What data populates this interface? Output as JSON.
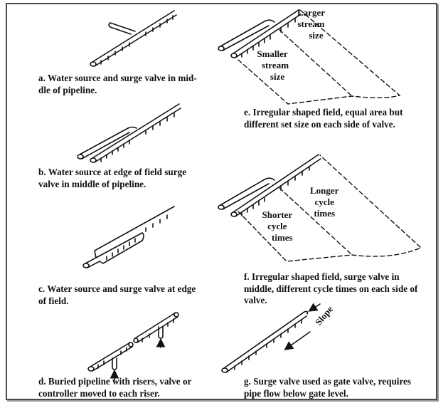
{
  "figure": {
    "panels": [
      {
        "id": "a",
        "caption": [
          "a. Water source and surge valve in mid-",
          "dle of pipeline."
        ]
      },
      {
        "id": "b",
        "caption": [
          "b. Water source at edge of field surge",
          "valve in middle of pipeline."
        ]
      },
      {
        "id": "c",
        "caption": [
          "c. Water source and surge valve at edge",
          "of field."
        ]
      },
      {
        "id": "d",
        "caption": [
          "d. Buried pipeline with risers, valve or",
          "controller moved to each riser."
        ]
      },
      {
        "id": "e",
        "caption": [
          "e. Irregular shaped field, equal area but",
          "different set size on each side of valve."
        ],
        "labels": {
          "left": [
            "Smaller",
            "stream",
            "size"
          ],
          "right": [
            "Larger",
            "stream",
            "size"
          ]
        }
      },
      {
        "id": "f",
        "caption": [
          "f. Irregular shaped field, surge valve in",
          "middle, different cycle times on each side of",
          "valve."
        ],
        "labels": {
          "left": [
            "Shorter",
            "cycle",
            "times"
          ],
          "right": [
            "Longer",
            "cycle",
            "times"
          ]
        }
      },
      {
        "id": "g",
        "caption": [
          "g. Surge valve used as gate valve, requires",
          "pipe flow below gate level."
        ],
        "labels": {
          "slope": "Slope"
        }
      }
    ]
  }
}
